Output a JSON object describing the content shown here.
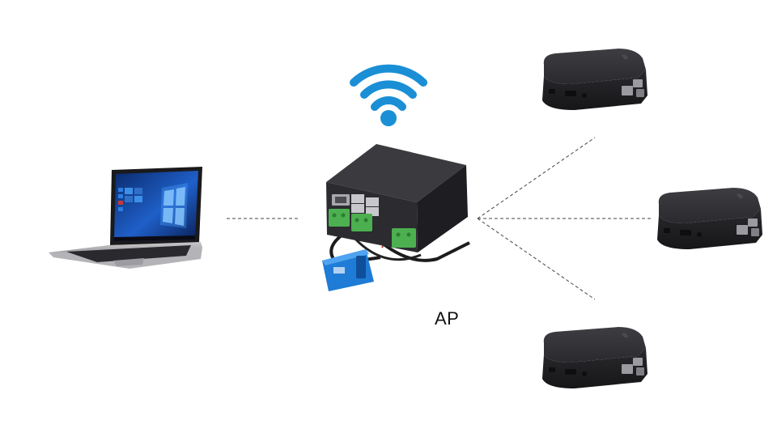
{
  "labels": {
    "access_point": "AP"
  },
  "colors": {
    "background": "#ffffff",
    "wifi": "#1a8fd6",
    "device_body": "#2b2b2f",
    "device_top": "#36363b",
    "terminal": "#4caf50",
    "current_sensor": "#1e7bd6",
    "link_line": "#444444"
  },
  "icons": {
    "wifi": "wifi-icon",
    "laptop": "laptop-icon",
    "access_point": "access-point-icon",
    "client": "raspberry-pi-case-icon"
  },
  "links": [
    {
      "from": "laptop",
      "to": "access-point",
      "style": "dashed"
    },
    {
      "from": "access-point",
      "to": "client-top",
      "style": "dashed"
    },
    {
      "from": "access-point",
      "to": "client-middle",
      "style": "dashed"
    },
    {
      "from": "access-point",
      "to": "client-bottom",
      "style": "dashed"
    }
  ]
}
